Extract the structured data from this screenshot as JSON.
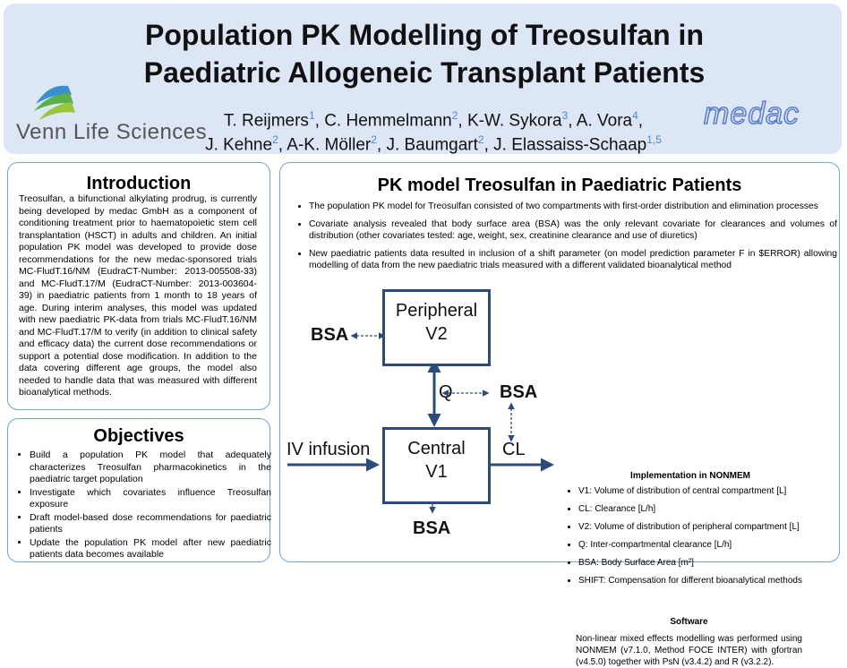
{
  "header": {
    "title_line1": "Population PK Modelling of Treosulfan in",
    "title_line2": "Paediatric Allogeneic Transplant Patients",
    "authors_line1": [
      {
        "name": "T. Reijmers",
        "sup": "1",
        "sep": ", "
      },
      {
        "name": "C. Hemmelmann",
        "sup": "2",
        "sep": ", "
      },
      {
        "name": "K-W. Sykora",
        "sup": "3",
        "sep": ", "
      },
      {
        "name": "A. Vora",
        "sup": "4",
        "sep": ","
      }
    ],
    "authors_line2": [
      {
        "name": "J. Kehne",
        "sup": "2",
        "sep": ", "
      },
      {
        "name": "A-K. Möller",
        "sup": "2",
        "sep": ", "
      },
      {
        "name": "J. Baumgart",
        "sup": "2",
        "sep": ", "
      },
      {
        "name": "J. Elassaiss-Schaap",
        "sup": "1,5",
        "sep": ""
      }
    ],
    "logo_left": "Venn Life Sciences",
    "logo_right": "medac",
    "colors": {
      "header_bg": "#dde6f5",
      "border": "#6fa4d8",
      "diagram": "#2c4a7a"
    }
  },
  "introduction": {
    "heading": "Introduction",
    "text": "Treosulfan, a bifunctional alkylating prodrug, is currently being developed by medac GmbH as a component of conditioning treatment prior to haematopoietic stem cell transplantation (HSCT) in adults and children. An initial population PK model was developed to provide dose recommendations for the new medac-sponsored trials MC-FludT.16/NM (EudraCT-Number: 2013-005508-33) and MC-FludT.17/M (EudraCT-Number: 2013-003604-39) in paediatric patients from 1 month to 18 years of age. During interim analyses, this model was updated with new paediatric PK-data from trials MC-FludT.16/NM and MC-FludT.17/M to verify (in addition to clinical safety and efficacy data) the current dose recommendations or support a potential dose modification. In addition to the data covering different age groups, the model also needed to handle data that was measured with different bioanalytical methods."
  },
  "objectives": {
    "heading": "Objectives",
    "items": [
      "Build a population PK model that adequately characterizes Treosulfan pharmacokinetics in the paediatric target population",
      "Investigate which covariates influence Treosulfan exposure",
      "Draft model-based dose recommendations for paediatric patients",
      "Update the population PK model after new paediatric patients data becomes available"
    ]
  },
  "pk_model": {
    "heading": "PK model Treosulfan in Paediatric Patients",
    "bullets": [
      "The population PK model for Treosulfan consisted of two compartments with first-order distribution and elimination processes",
      "Covariate analysis revealed that body surface area (BSA) was the only relevant covariate for clearances and volumes of distribution (other covariates tested: age, weight, sex, creatinine clearance and use of diuretics)",
      "New paediatric patients data resulted in inclusion of a shift parameter (on model prediction parameter F in $ERROR) allowing modelling of data from the new paediatric trials measured with a different validated bioanalytical method"
    ],
    "diagram": {
      "peripheral_name": "Peripheral",
      "peripheral_param": "V2",
      "central_name": "Central",
      "central_param": "V1",
      "q_label": "Q",
      "cl_label": "CL",
      "iv_label": "IV infusion",
      "bsa_label": "BSA"
    },
    "implementation": {
      "heading": "Implementation in NONMEM",
      "items": [
        "V1: Volume of distribution of central compartment [L]",
        "CL: Clearance [L/h]",
        "V2: Volume of distribution of peripheral compartment [L]",
        "Q: Inter-compartmental clearance [L/h]",
        "BSA: Body Surface Area [m²]",
        "SHIFT: Compensation for different bioanalytical methods"
      ]
    },
    "software": {
      "heading": "Software",
      "text": "Non-linear mixed effects modelling was performed using NONMEM (v7.1.0, Method FOCE INTER) with gfortran (v4.5.0) together with PsN (v3.4.2) and R (v3.2.2)."
    }
  }
}
